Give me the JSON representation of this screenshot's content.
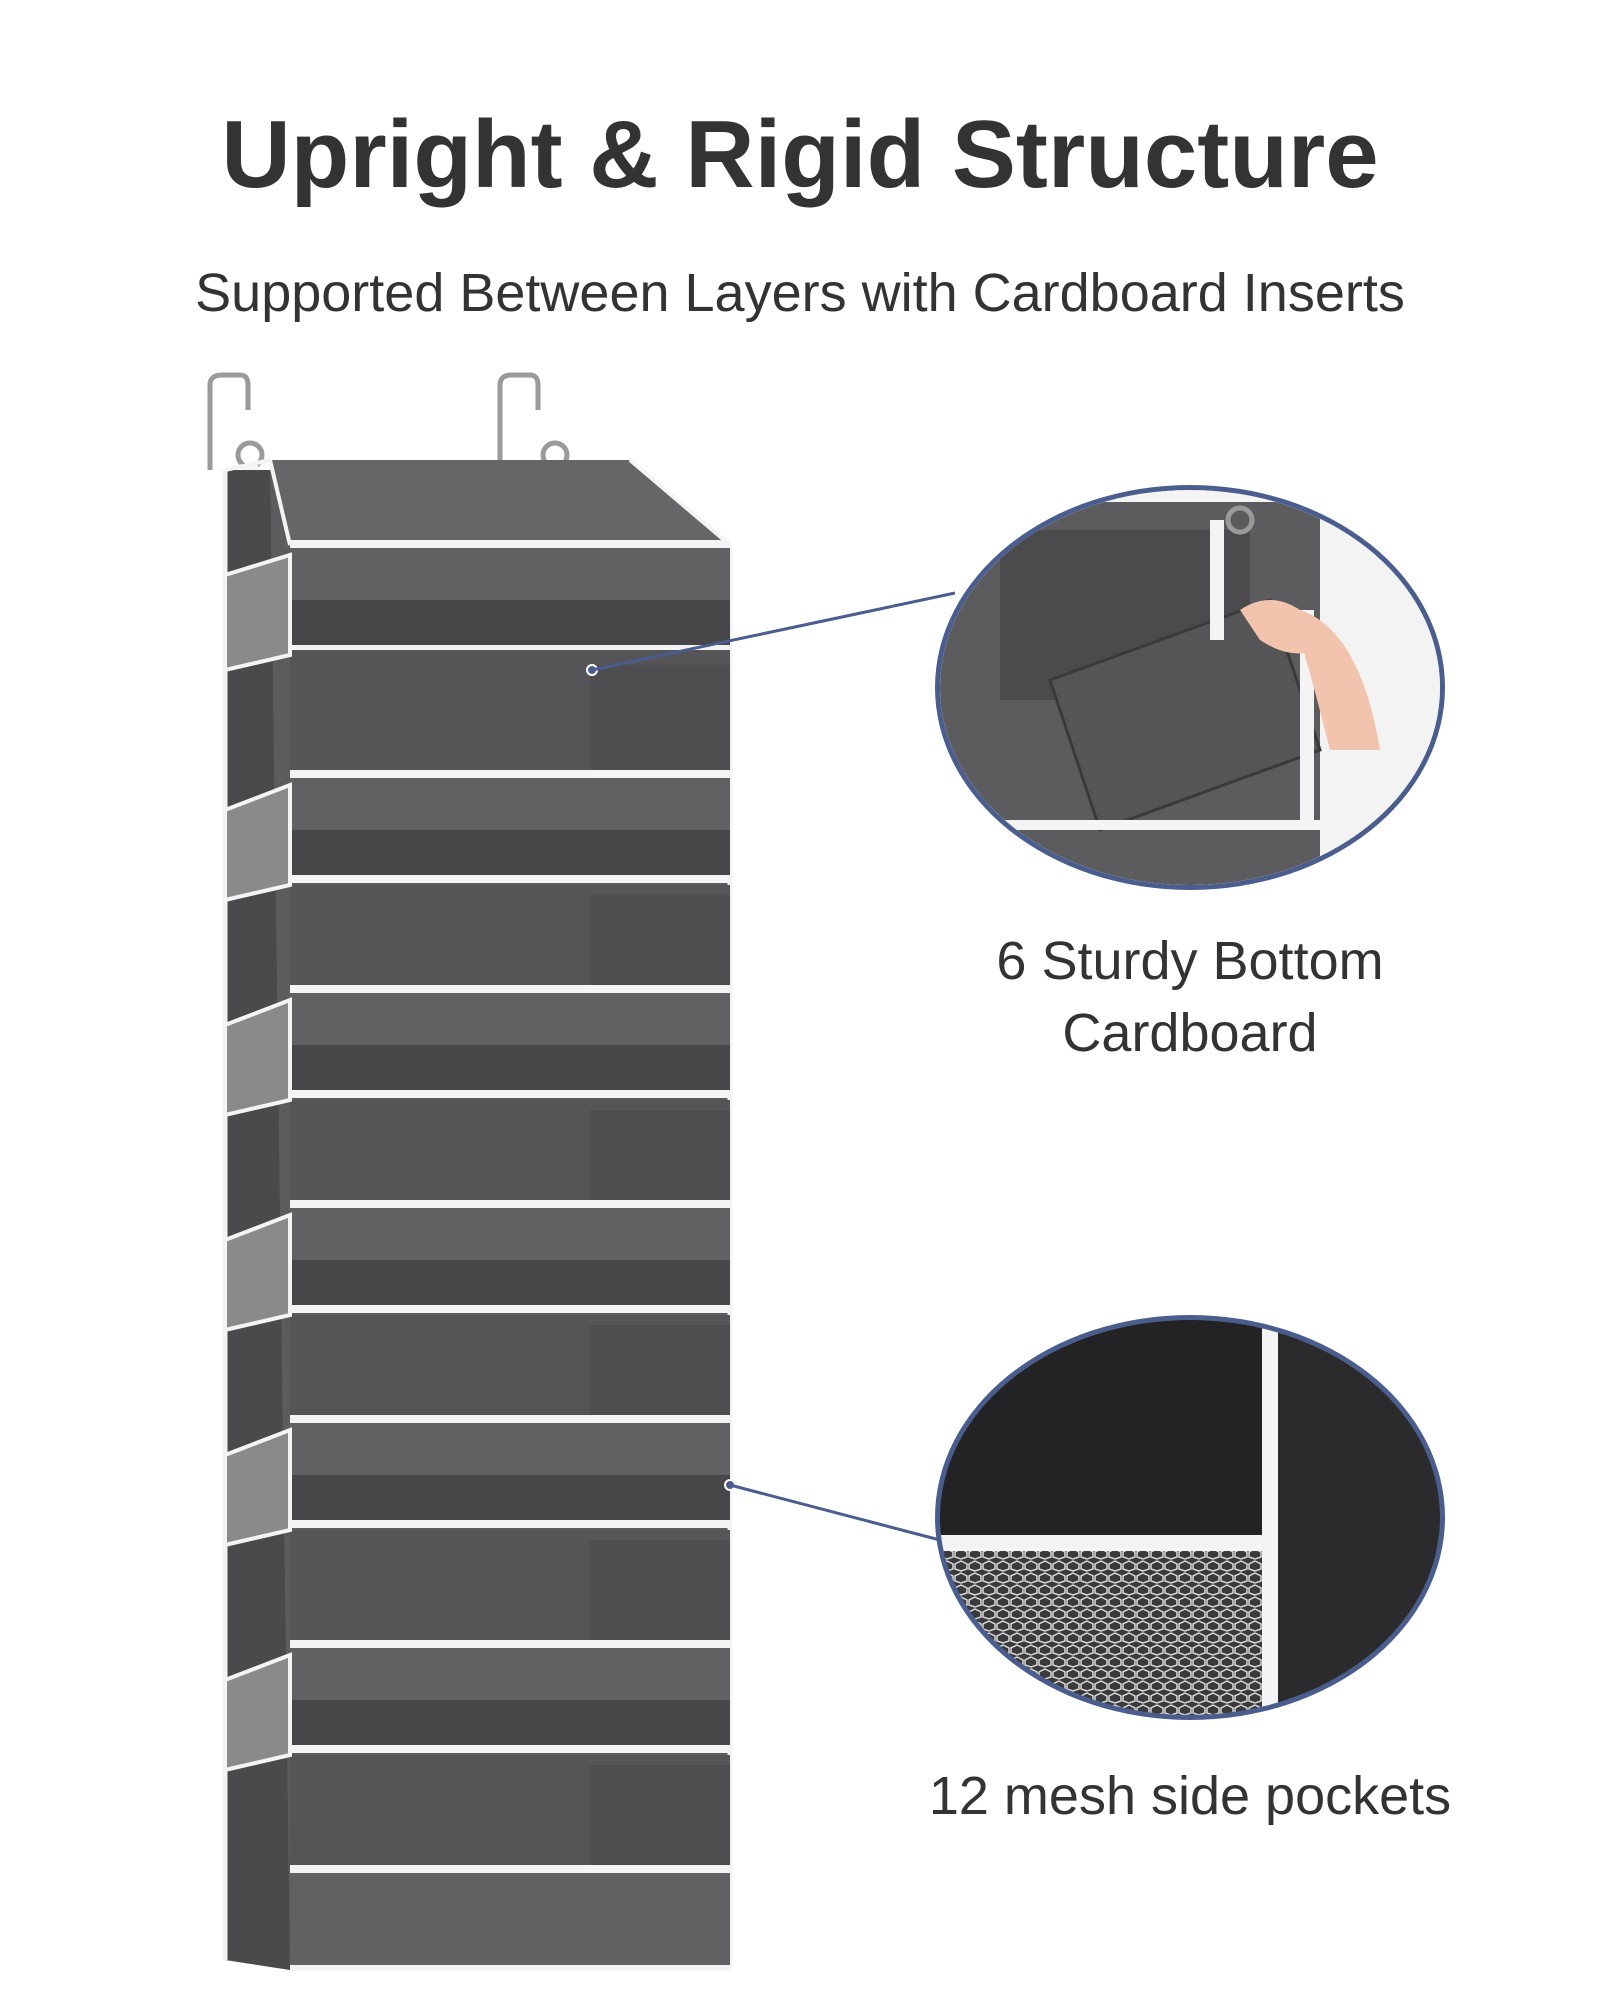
{
  "headline": "Upright & Rigid Structure",
  "subheadline": "Supported Between Layers with Cardboard Inserts",
  "callouts": [
    {
      "line1": "6 Sturdy Bottom",
      "line2": "Cardboard"
    },
    {
      "line1": "12 mesh side pockets"
    }
  ],
  "colors": {
    "fabric": "#5c5c5e",
    "fabric_dark": "#3f3f41",
    "trim": "#f4f4f4",
    "callout_ring": "#4a5d8f"
  }
}
